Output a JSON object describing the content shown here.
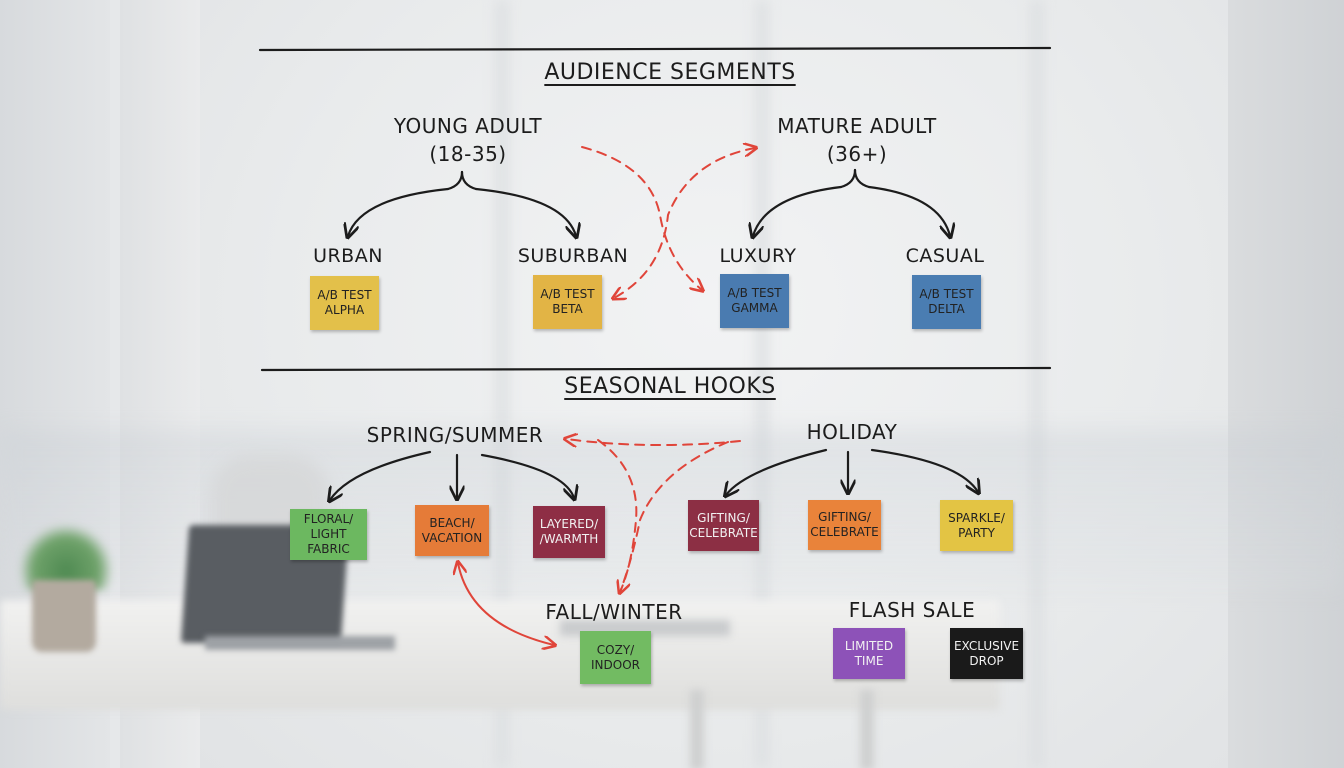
{
  "audience": {
    "title": "AUDIENCE SEGMENTS",
    "young": {
      "line1": "YOUNG ADULT",
      "line2": "(18-35)"
    },
    "mature": {
      "line1": "MATURE ADULT",
      "line2": "(36+)"
    },
    "segments": [
      {
        "label": "URBAN",
        "note_line1": "A/B TEST",
        "note_line2": "ALPHA",
        "color": "#e3c04a"
      },
      {
        "label": "SUBURBAN",
        "note_line1": "A/B TEST",
        "note_line2": "BETA",
        "color": "#e2b445"
      },
      {
        "label": "LUXURY",
        "note_line1": "A/B TEST",
        "note_line2": "GAMMA",
        "color": "#4a7bb0"
      },
      {
        "label": "CASUAL",
        "note_line1": "A/B TEST",
        "note_line2": "DELTA",
        "color": "#4a7db2"
      }
    ]
  },
  "seasonal": {
    "title": "SEASONAL HOOKS",
    "spring_summer": "SPRING/SUMMER",
    "holiday": "HOLIDAY",
    "fall_winter": "FALL/WINTER",
    "flash_sale": "FLASH SALE",
    "notes": {
      "floral": {
        "line1": "FLORAL/",
        "line2": "LIGHT FABRIC",
        "color": "#6cb860"
      },
      "beach": {
        "line1": "BEACH/",
        "line2": "VACATION",
        "color": "#e57b38"
      },
      "layered": {
        "line1": "LAYERED/",
        "line2": "/WARMTH",
        "color": "#8e2e45"
      },
      "gifting1": {
        "line1": "GIFTING/",
        "line2": "CELEBRATE",
        "color": "#8c2f44"
      },
      "gifting2": {
        "line1": "GIFTING/",
        "line2": "CELEBRATE",
        "color": "#e9833a"
      },
      "sparkle": {
        "line1": "SPARKLE/",
        "line2": "PARTY",
        "color": "#e3c444"
      },
      "cozy": {
        "line1": "COZY/",
        "line2": "INDOOR",
        "color": "#72bb62"
      },
      "limited": {
        "line1": "LIMITED",
        "line2": "TIME",
        "color": "#8d52b8"
      },
      "exclusive": {
        "line1": "EXCLUSIVE",
        "line2": "DROP",
        "color": "#1a1a1a"
      }
    }
  },
  "colors": {
    "ink": "#1c1c1c",
    "accent_red": "#e0453a"
  }
}
